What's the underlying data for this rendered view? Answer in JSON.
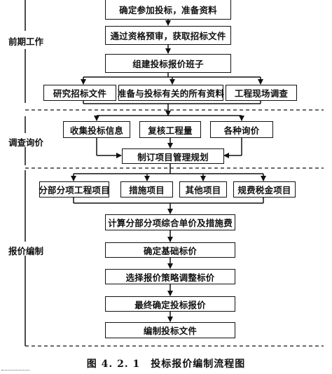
{
  "phases": {
    "early": "前期工作",
    "survey": "调查询价",
    "compile": "报价编制"
  },
  "boxes": {
    "confirm": "确定参加投标，准备资料",
    "prequal": "通过资格预审，获取招标文件",
    "team": "组建投标报价班子",
    "study": "研究招标文件",
    "prepare": "准备与投标有关的所有资料",
    "site": "工程现场调查",
    "collect": "收集投标信息",
    "recheck": "复核工程量",
    "inquiry": "各种询价",
    "plan": "制订项目管理规划",
    "subitems": "分部分项工程项目",
    "measures": "措施项目",
    "other": "其他项目",
    "fees": "规费税金项目",
    "unitprice": "计算分部分项综合单价及措施费",
    "baseprice": "确定基础标价",
    "strategy": "选择报价策略调整标价",
    "final": "最终确定投标报价",
    "doc": "编制投标文件"
  },
  "caption": "图 4. 2. 1　投标报价编制流程图"
}
